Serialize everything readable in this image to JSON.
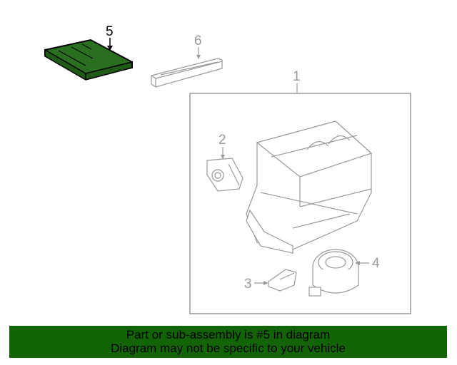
{
  "diagram": {
    "highlight_color": "#2a6f1f",
    "callouts": [
      "1",
      "2",
      "3",
      "4",
      "5",
      "6"
    ],
    "highlighted_part": "5"
  },
  "banner": {
    "line1": "Part or sub-assembly is #5 in diagram",
    "line2": "Diagram may not be specific to your vehicle",
    "color": "#136407"
  }
}
